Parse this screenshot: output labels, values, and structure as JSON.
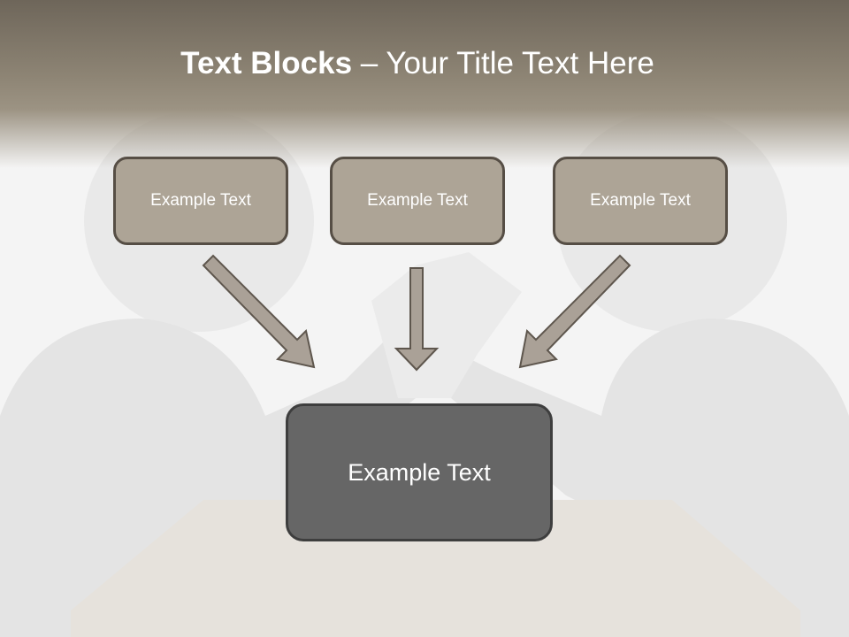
{
  "title": {
    "bold": "Text Blocks",
    "rest": " – Your Title Text Here"
  },
  "blocks": [
    {
      "label": "Example Text"
    },
    {
      "label": "Example Text"
    },
    {
      "label": "Example Text"
    }
  ],
  "main_block": {
    "label": "Example Text"
  },
  "colors": {
    "header": "#8d8474",
    "block_fill": "#ada496",
    "block_border": "#564e45",
    "main_fill": "#666666"
  }
}
